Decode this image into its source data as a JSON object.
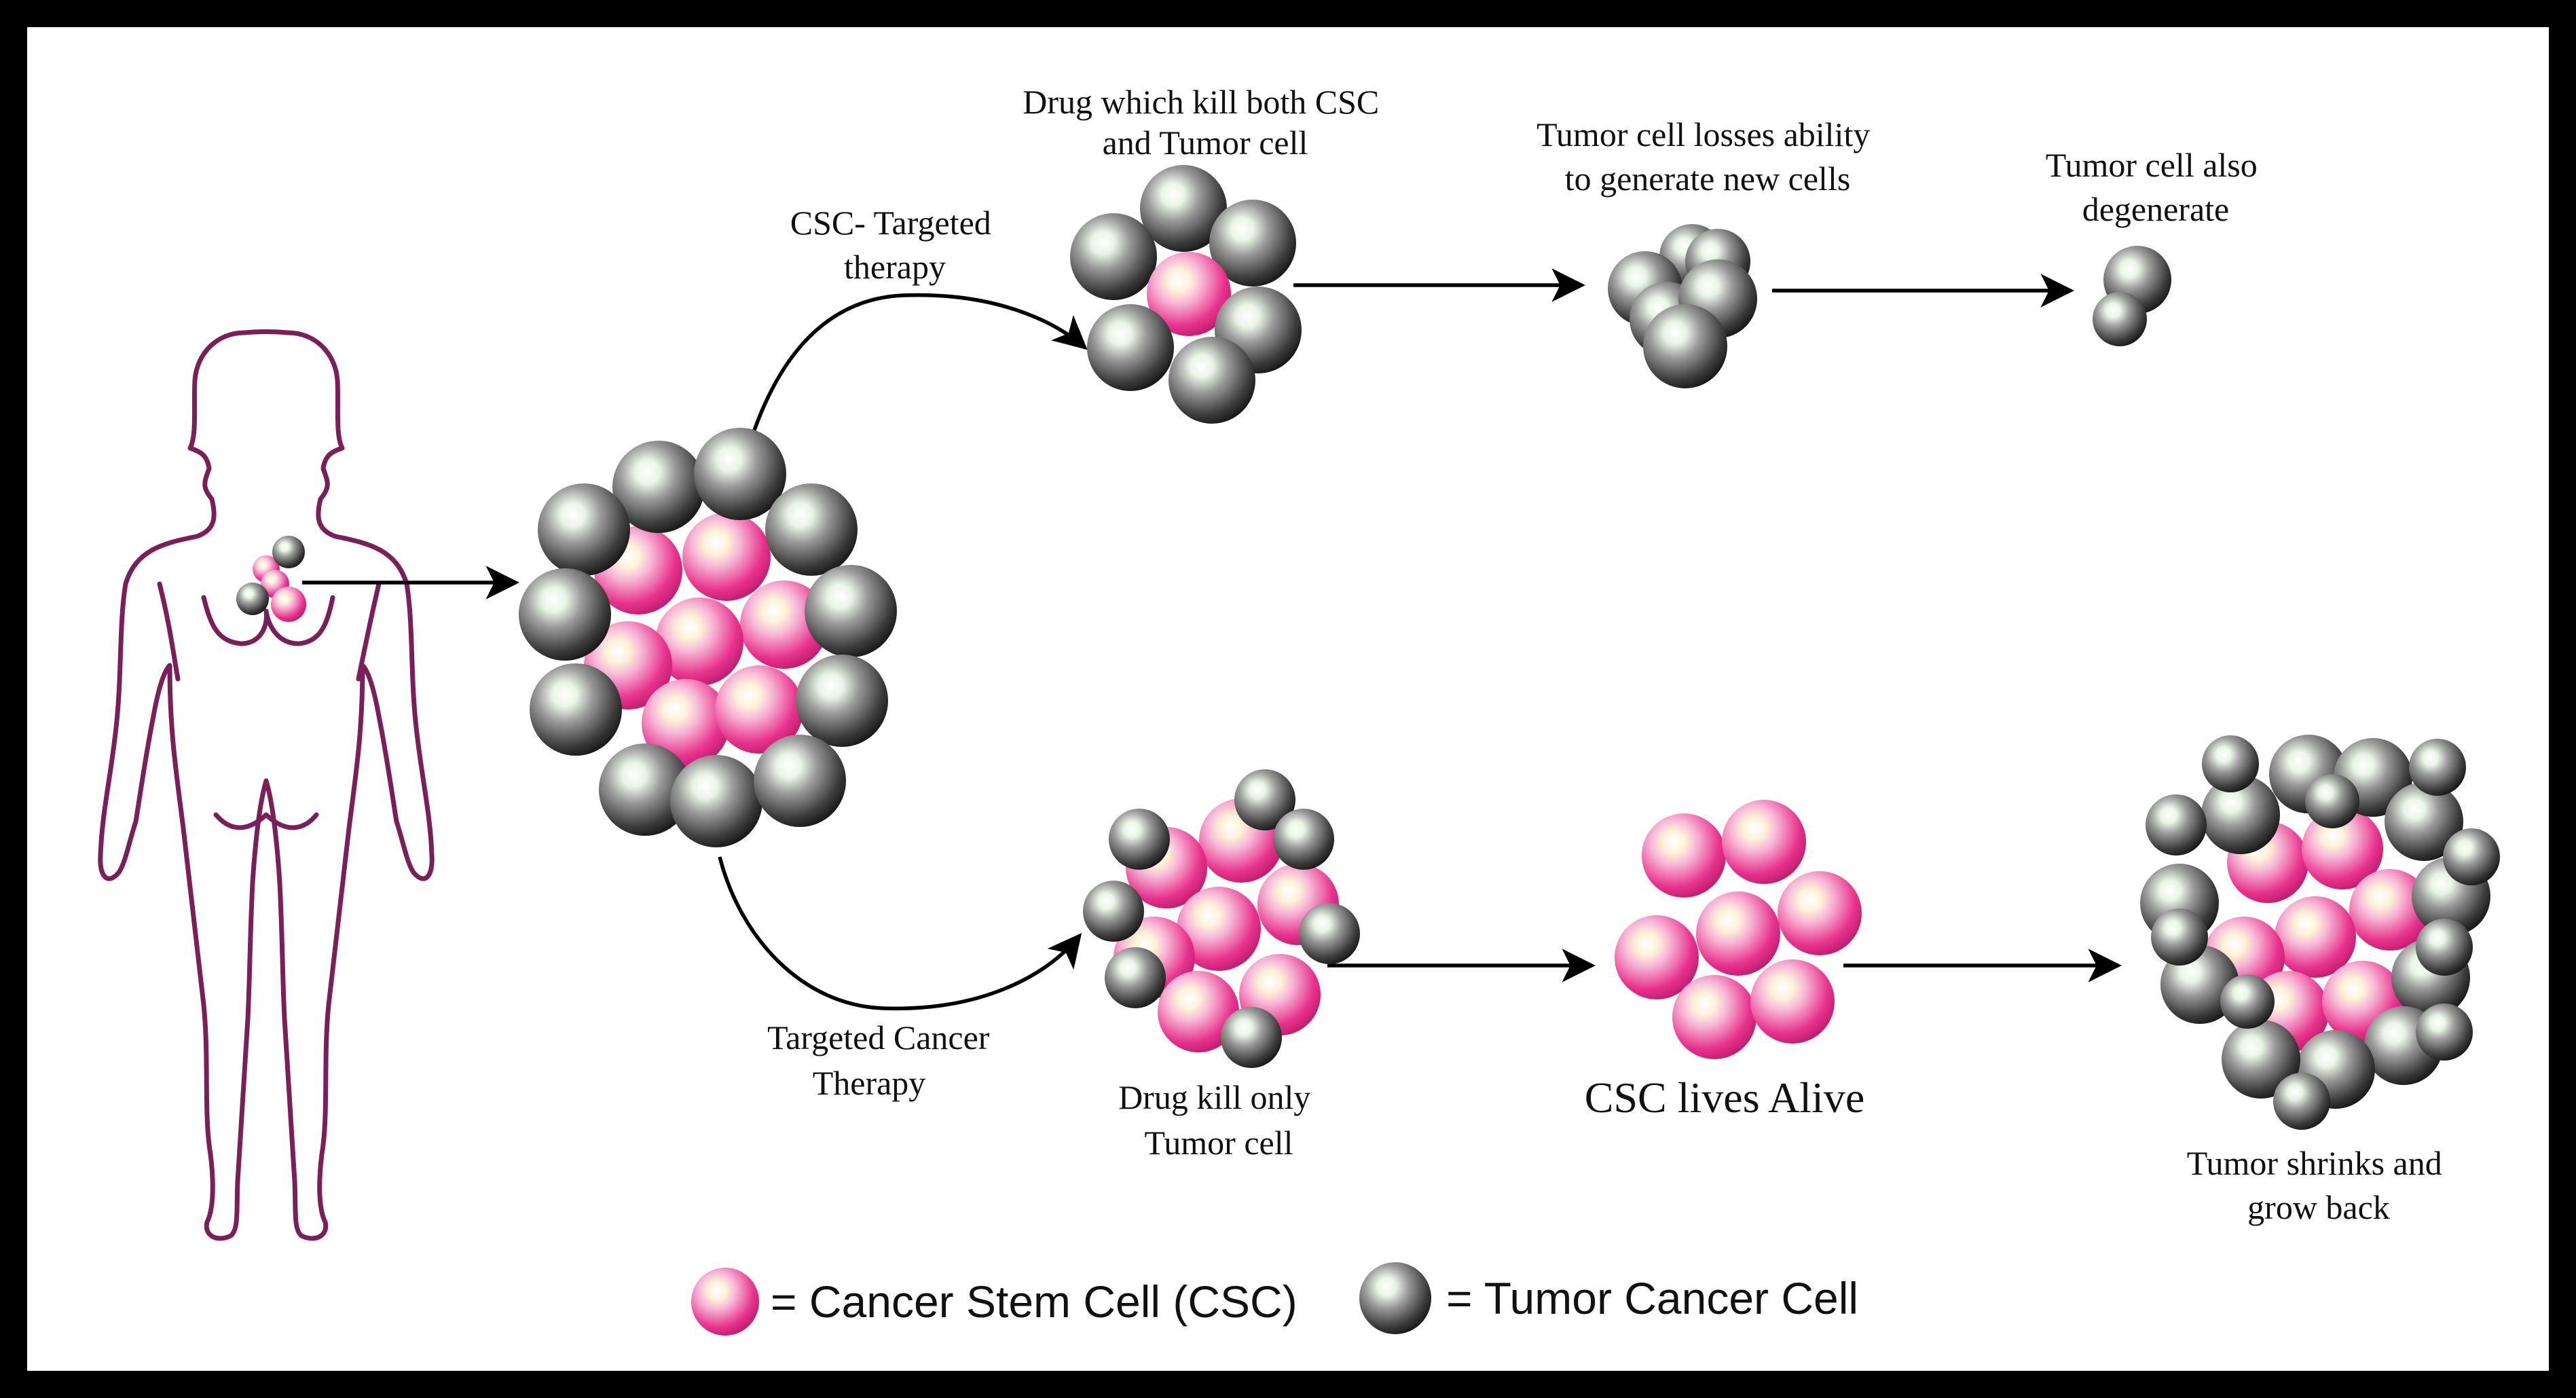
{
  "labels": {
    "csc_targeted": [
      "CSC- Targeted",
      "therapy"
    ],
    "drug_kill_both": [
      "Drug which kill both CSC",
      "and Tumor cell"
    ],
    "tumor_loses": [
      "Tumor cell losses ability",
      "to generate new cells"
    ],
    "tumor_degenerate": [
      "Tumor cell also",
      "degenerate"
    ],
    "targeted_cancer": [
      "Targeted Cancer",
      "Therapy"
    ],
    "drug_kill_only": [
      "Drug kill only",
      "Tumor cell"
    ],
    "csc_lives": [
      "CSC lives Alive"
    ],
    "tumor_shrinks": [
      "Tumor shrinks and",
      "grow back"
    ]
  },
  "legend": {
    "csc_text": "=  Cancer Stem Cell (CSC)",
    "tumor_text": "=  Tumor Cancer Cell"
  },
  "colors": {
    "csc_pink": "#e8328c",
    "tumor_gray": "#3a3a3a",
    "body_outline": "#7a1f5a",
    "frame": "#000000"
  },
  "icons": {
    "csc_cell": "pink-sphere",
    "tumor_cell": "dark-gray-sphere"
  }
}
